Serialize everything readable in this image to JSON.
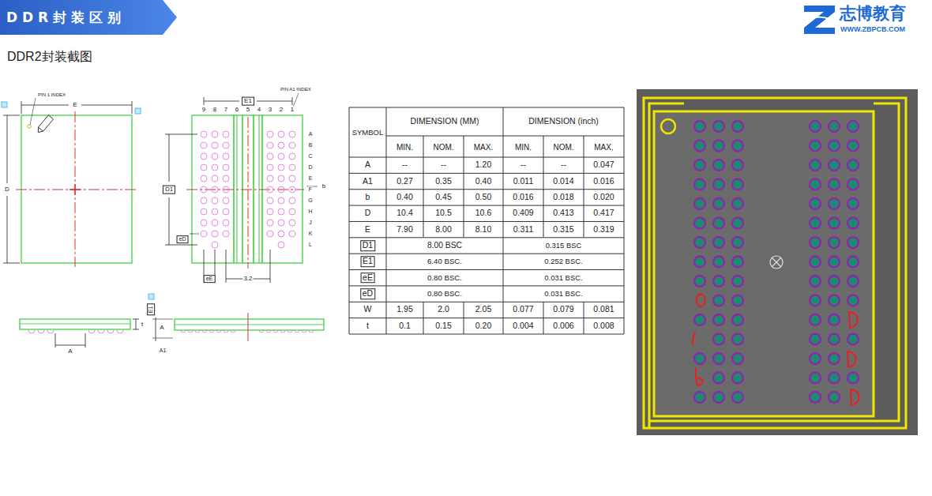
{
  "diagram": {
    "title": "D D R 封 装 区 别",
    "labels": [
      "DDR2封装截图",
      "志博教育",
      "WWW.ZBPCB.COM",
      "PIN 1 INDEX",
      "E",
      "D",
      "PIN A1 INDEX",
      "E1",
      "9",
      "8",
      "7",
      "6",
      "5",
      "4",
      "3",
      "2",
      "1",
      "A",
      "B",
      "C",
      "D",
      "E",
      "F",
      "G",
      "H",
      "J",
      "K",
      "L",
      "D1",
      "eD",
      "b",
      "eE",
      "3.2",
      "t",
      "A",
      "E1",
      "A",
      "A1",
      "SYMBOL",
      "DIMENSION (MM)",
      "DIMENSION (inch)",
      "MIN.",
      "NOM.",
      "MAX.",
      "MIN.",
      "NOM.",
      "MAX.",
      "A",
      "--",
      "--",
      "1.20",
      "--",
      "--",
      "0.047",
      "A1",
      "0.27",
      "0.35",
      "0.40",
      "0.011",
      "0.014",
      "0.016",
      "b",
      "0.40",
      "0.45",
      "0.50",
      "0.016",
      "0.018",
      "0.020",
      "D",
      "10.4",
      "10.5",
      "10.6",
      "0.409",
      "0.413",
      "0.417",
      "E",
      "7.90",
      "8.00",
      "8.10",
      "0.311",
      "0.315",
      "0.319",
      "D1",
      "8.00 BSC",
      "0.315 BSC",
      "E1",
      "6.40 BSC.",
      "0.252 BSC.",
      "eE",
      "0.80 BSC.",
      "0.031 BSC.",
      "eD",
      "0.80 BSC.",
      "0.031 BSC.",
      "W",
      "1.95",
      "2.0",
      "2.05",
      "0.077",
      "0.079",
      "0.081",
      "t",
      "0.1",
      "0.15",
      "0.20",
      "0.004",
      "0.006",
      "0.008"
    ]
  }
}
